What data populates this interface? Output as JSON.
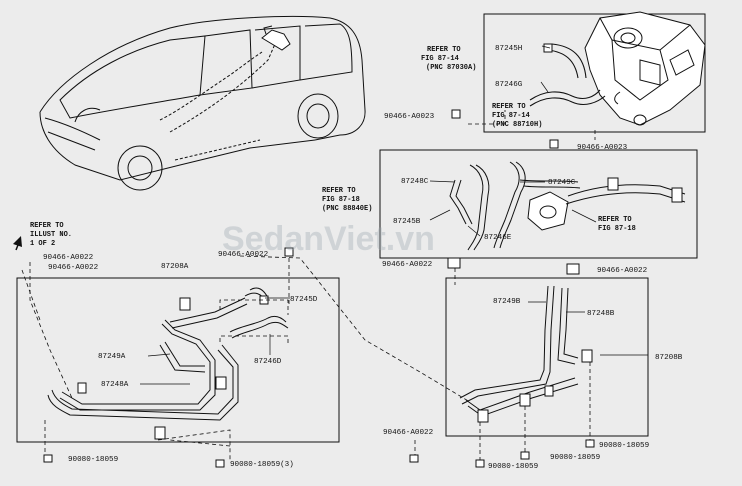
{
  "watermark": "SedanViet.vn",
  "refs": {
    "fig_87_14_a": [
      "REFER TO",
      "FIG 87-14",
      "(PNC 87030A)"
    ],
    "fig_87_14_b": [
      "REFER TO",
      "FIG 87-14",
      "(PNC 88710H)"
    ],
    "fig_87_18_a": [
      "REFER TO",
      "FIG 87-18",
      "(PNC 88840E)"
    ],
    "fig_87_18_b": [
      "REFER TO",
      "FIG 87-18"
    ],
    "illust": [
      "REFER TO",
      "ILLUST NO.",
      "1 OF 2"
    ]
  },
  "parts": {
    "p87245H": "87245H",
    "p87246G": "87246G",
    "p90466_a0023_left": "90466-A0023",
    "p90466_a0023_right": "90466-A0023",
    "p87248C": "87248C",
    "p87249C": "87249C",
    "p87245B": "87245B",
    "p87246E": "87246E",
    "p90466_a0022_mid": "90466-A0022",
    "p90466_a0022_right": "90466-A0022",
    "p90466_a0022_topleft1": "90466-A0022",
    "p90466_a0022_topleft2": "90466-A0022",
    "p87208A": "87208A",
    "p90466_a0022_center": "90466-A0022",
    "p87245D": "87245D",
    "p87246D": "87246D",
    "p87249A": "87249A",
    "p87248A": "87248A",
    "p90080_left": "90080-18059",
    "p90080_3": "90080-18059(3)",
    "p87249B": "87249B",
    "p87248B": "87248B",
    "p87208B": "87208B",
    "p90466_a0022_bottom": "90466-A0022",
    "p90080_right1": "90080-18059",
    "p90080_right2": "90080-18059"
  }
}
